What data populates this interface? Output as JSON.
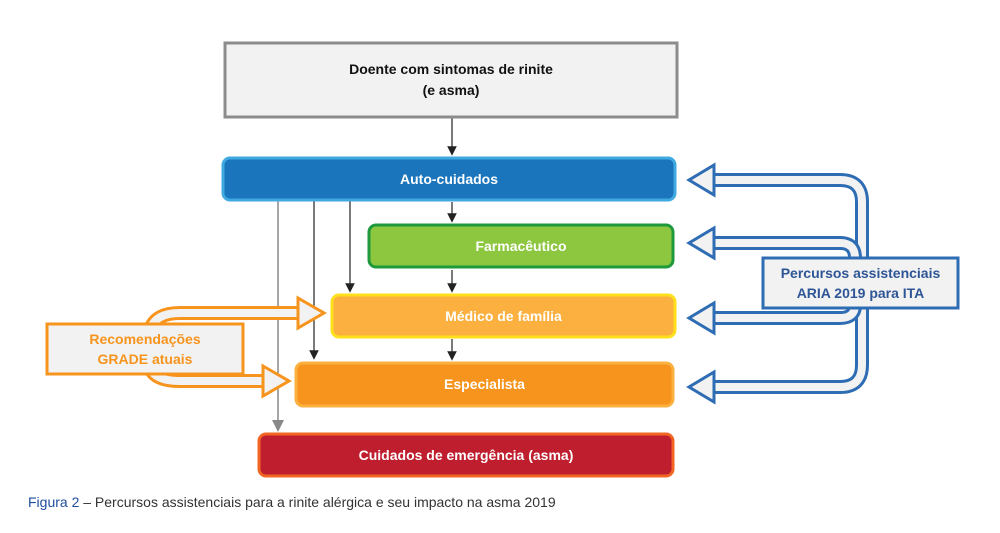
{
  "boxes": {
    "patient": "Doente com sintomas de rinite",
    "patient_sub": "(e asma)",
    "self_care": "Auto-cuidados",
    "pharmacist": "Farmacêutico",
    "gp": "Médico de família",
    "specialist": "Especialista",
    "emergency": "Cuidados de emergência (asma)"
  },
  "side_labels": {
    "grade_line1": "Recomendações",
    "grade_line2": "GRADE atuais",
    "aria_line1": "Percursos assistenciais",
    "aria_line2": "ARIA 2019 para ITA"
  },
  "caption": {
    "figure": "Figura 2",
    "text": " – Percursos assistenciais para a rinite alérgica e seu impacto na asma 2019"
  },
  "colors": {
    "blue": "#1b75bc",
    "green": "#8dc63f",
    "yellow_orange": "#fbb040",
    "orange": "#f7941d",
    "red": "#be1e2d",
    "aria": "#2e6db4"
  }
}
